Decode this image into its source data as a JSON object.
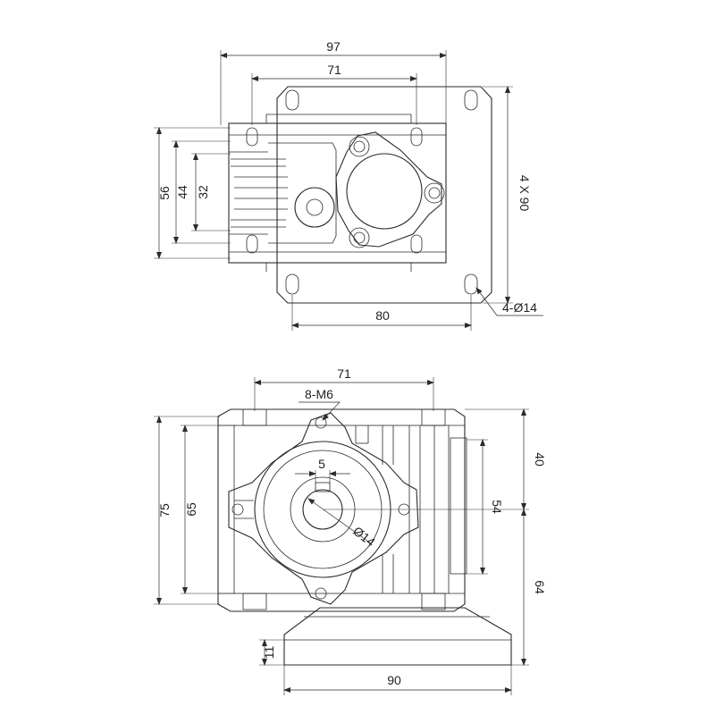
{
  "top_view": {
    "dim_width_overall": "97",
    "dim_width_inner": "71",
    "dim_height_outer": "56",
    "dim_height_mid": "44",
    "dim_height_inner": "32",
    "dim_flange_square": "4 X 90",
    "dim_flange_holes": "4-Ø14",
    "dim_flange_bottom": "80"
  },
  "front_view": {
    "dim_width_inner": "71",
    "dim_tapped_holes": "8-M6",
    "dim_key_width": "5",
    "dim_bore": "Ø14",
    "dim_height_overall": "75",
    "dim_height_inner": "65",
    "dim_center_upper": "40",
    "dim_center_lower": "64",
    "dim_side_height": "54",
    "dim_base_thickness": "11",
    "dim_base_width": "90"
  },
  "colors": {
    "line": "#2b2b2b",
    "background": "#ffffff"
  }
}
